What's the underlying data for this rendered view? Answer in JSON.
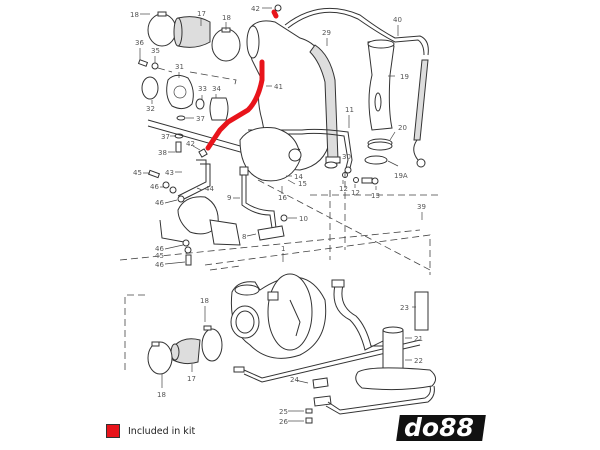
{
  "diagram": {
    "title": "Turbocharger assembly exploded parts diagram",
    "highlight_color": "#e8141b",
    "line_color": "#333333",
    "highlighted_parts": [
      "41",
      "42"
    ],
    "callouts": [
      {
        "id": "c18a",
        "text": "18"
      },
      {
        "id": "c17a",
        "text": "17"
      },
      {
        "id": "c18b",
        "text": "18"
      },
      {
        "id": "c42a",
        "text": "42"
      },
      {
        "id": "c40",
        "text": "40"
      },
      {
        "id": "c29",
        "text": "29"
      },
      {
        "id": "c19",
        "text": "19"
      },
      {
        "id": "c36",
        "text": "36"
      },
      {
        "id": "c35",
        "text": "35"
      },
      {
        "id": "c31",
        "text": "31"
      },
      {
        "id": "c33",
        "text": "33"
      },
      {
        "id": "c34",
        "text": "34"
      },
      {
        "id": "c32",
        "text": "32"
      },
      {
        "id": "c41",
        "text": "41"
      },
      {
        "id": "c37a",
        "text": "37"
      },
      {
        "id": "c37b",
        "text": "37"
      },
      {
        "id": "c38",
        "text": "38"
      },
      {
        "id": "c42b",
        "text": "42"
      },
      {
        "id": "c11",
        "text": "11"
      },
      {
        "id": "c20",
        "text": "20"
      },
      {
        "id": "c30",
        "text": "30"
      },
      {
        "id": "c19a",
        "text": "19A"
      },
      {
        "id": "c12a",
        "text": "12"
      },
      {
        "id": "c12b",
        "text": "12"
      },
      {
        "id": "c13",
        "text": "13"
      },
      {
        "id": "c14",
        "text": "14"
      },
      {
        "id": "c15",
        "text": "15"
      },
      {
        "id": "c16",
        "text": "16"
      },
      {
        "id": "c45a",
        "text": "45"
      },
      {
        "id": "c43",
        "text": "43"
      },
      {
        "id": "c46a",
        "text": "46"
      },
      {
        "id": "c44",
        "text": "44"
      },
      {
        "id": "c46b",
        "text": "46"
      },
      {
        "id": "c9",
        "text": "9"
      },
      {
        "id": "c10",
        "text": "10"
      },
      {
        "id": "c8",
        "text": "8"
      },
      {
        "id": "c46c",
        "text": "46"
      },
      {
        "id": "c46d",
        "text": "46"
      },
      {
        "id": "c45b",
        "text": "45"
      },
      {
        "id": "c39",
        "text": "39"
      },
      {
        "id": "c1",
        "text": "1"
      },
      {
        "id": "c18c",
        "text": "18"
      },
      {
        "id": "c23",
        "text": "23"
      },
      {
        "id": "c21",
        "text": "21"
      },
      {
        "id": "c22",
        "text": "22"
      },
      {
        "id": "c18d",
        "text": "18"
      },
      {
        "id": "c17b",
        "text": "17"
      },
      {
        "id": "c24",
        "text": "24"
      },
      {
        "id": "c25",
        "text": "25"
      },
      {
        "id": "c26",
        "text": "26"
      }
    ]
  },
  "legend": {
    "label": "Included in kit",
    "swatch_color": "#e8141b"
  },
  "logo": {
    "text": "do88"
  }
}
